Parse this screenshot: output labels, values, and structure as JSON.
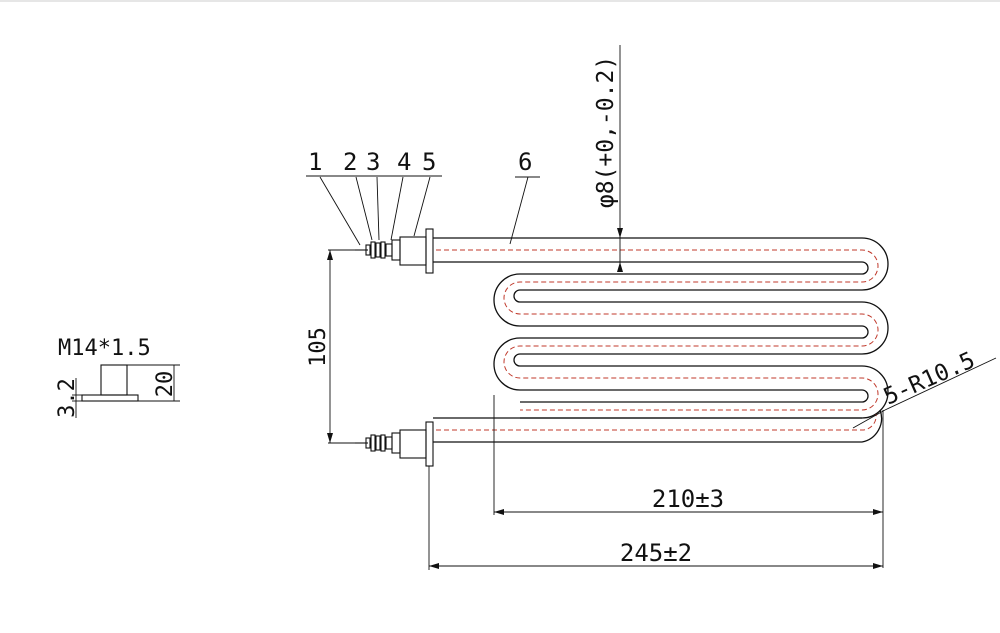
{
  "part_labels": [
    "1",
    "2",
    "3",
    "4",
    "5",
    "6"
  ],
  "dimensions": {
    "diameter": "φ8(+0,-0.2)",
    "radius": "5-R10.5",
    "terminal_spacing": "105",
    "inner_length": "210±3",
    "overall_length": "245±2",
    "thread": "M14*1.5",
    "nut_height": "20",
    "flange_thickness": "3.2"
  },
  "colors": {
    "line": "#111111",
    "heating_core": "#c0392b",
    "background": "#ffffff"
  }
}
